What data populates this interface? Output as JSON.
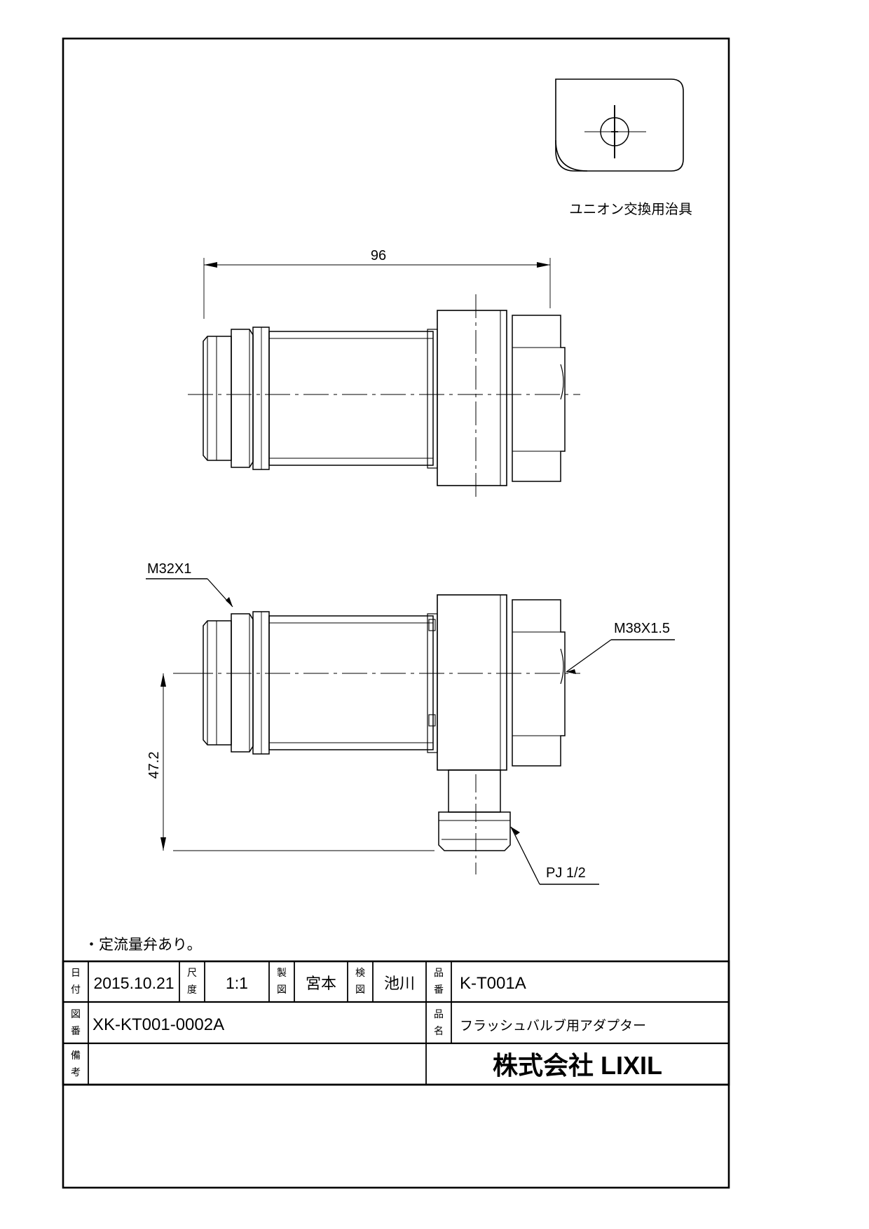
{
  "sheet": {
    "kind": "engineering-drawing",
    "background": "#ffffff",
    "line_color": "#000000"
  },
  "jig": {
    "label": "ユニオン交換用治具",
    "icon": "union-replacement-jig-icon"
  },
  "dimensions": {
    "overall_length": "96",
    "height": "47.2"
  },
  "callouts": {
    "thread_top_left": "M32X1",
    "thread_right": "M38X1.5",
    "thread_bottom": "PJ 1/2"
  },
  "notes": {
    "note1": "・定流量弁あり。"
  },
  "title_block": {
    "row1": {
      "date_label": "日付",
      "date_value": "2015.10.21",
      "scale_label": "尺度",
      "scale_value": "1:1",
      "drawn_label": "製図",
      "drawn_value": "宮本",
      "checked_label": "検図",
      "checked_value": "池川",
      "partno_label": "品番",
      "partno_value": "K-T001A"
    },
    "row2": {
      "drawingno_label": "図番",
      "drawingno_value": "XK-KT001-0002A",
      "partname_label": "品名",
      "partname_value": "フラッシュバルブ用アダプター"
    },
    "row3": {
      "remarks_label": "備考",
      "remarks_value": "",
      "company": "株式会社 LIXIL"
    }
  }
}
